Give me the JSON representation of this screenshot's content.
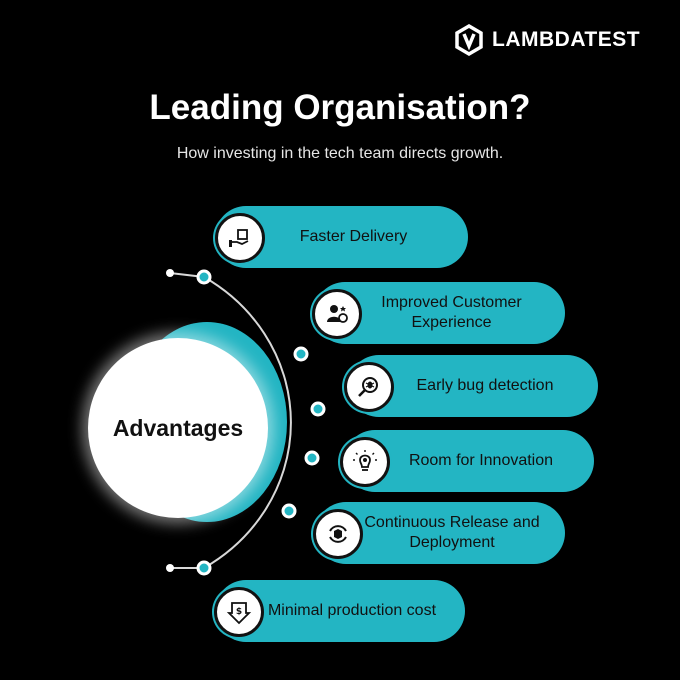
{
  "brand": {
    "name": "LAMBDATEST",
    "logo_icon": "lambdatest-logo-icon"
  },
  "header": {
    "title": "Leading Organisation?",
    "subtitle": "How investing in the tech team directs growth."
  },
  "hub": {
    "label": "Advantages"
  },
  "advantages": [
    {
      "label": "Faster Delivery",
      "icon": "delivery-box-hand-icon"
    },
    {
      "label": "Improved Customer Experience",
      "icon": "customer-thumbs-up-icon"
    },
    {
      "label": "Early bug detection",
      "icon": "bug-magnifier-icon"
    },
    {
      "label": "Room for Innovation",
      "icon": "lightbulb-gear-icon"
    },
    {
      "label": "Continuous Release and Deployment",
      "icon": "cycle-box-icon"
    },
    {
      "label": "Minimal production cost",
      "icon": "dollar-down-icon"
    }
  ],
  "colors": {
    "background": "#000000",
    "accent": "#23b5c3",
    "text_dark": "#111111",
    "text_light": "#ffffff"
  }
}
